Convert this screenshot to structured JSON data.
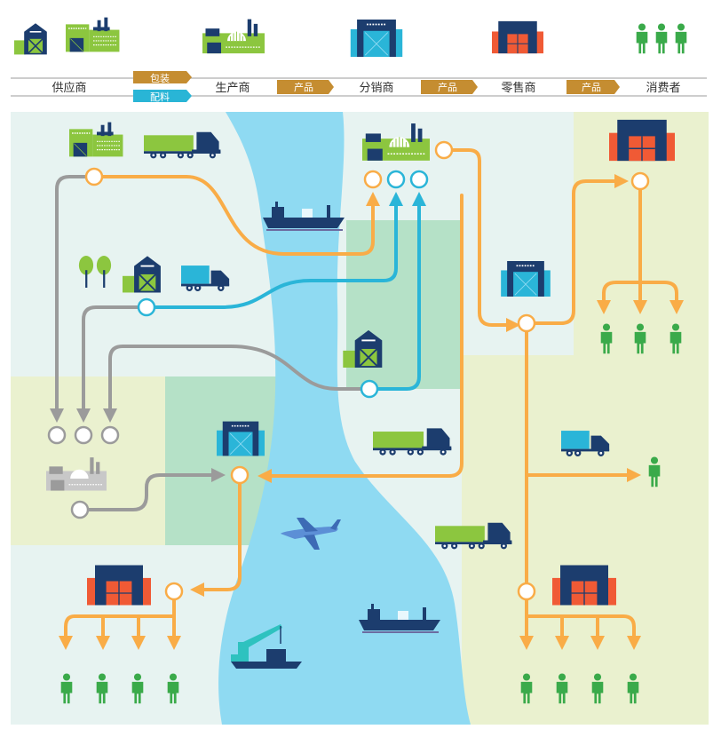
{
  "header": {
    "stages": [
      {
        "id": "supplier",
        "label": "供应商"
      },
      {
        "id": "producer",
        "label": "生产商"
      },
      {
        "id": "distributor",
        "label": "分销商"
      },
      {
        "id": "retailer",
        "label": "零售商"
      },
      {
        "id": "consumer",
        "label": "消费者"
      }
    ],
    "connectors": [
      {
        "id": "packaging",
        "label": "包装",
        "color": "#c58d31"
      },
      {
        "id": "ingredients",
        "label": "配料",
        "color": "#29b5d6"
      },
      {
        "id": "product1",
        "label": "产品",
        "color": "#c58d31"
      },
      {
        "id": "product2",
        "label": "产品",
        "color": "#c58d31"
      },
      {
        "id": "product3",
        "label": "产品",
        "color": "#c58d31"
      }
    ]
  },
  "colors": {
    "orange": "#f9ac47",
    "blue": "#2ab5d8",
    "gray": "#9b9b9b",
    "river": "#8fdaf2",
    "zone_left": "#e7f3f1",
    "zone_yellow": "#eaf1cf",
    "zone_green": "#b5e1c7",
    "navy": "#1c3d6e",
    "lime": "#8cc63f",
    "person": "#3aaa4a",
    "red_door": "#f05a35"
  },
  "icons": [
    "barn-icon",
    "factory-icon",
    "warehouse-icon",
    "store-icon",
    "person-icon",
    "truck-icon",
    "cargo-ship-icon",
    "airplane-icon",
    "crane-barge-icon",
    "tree-icon"
  ]
}
